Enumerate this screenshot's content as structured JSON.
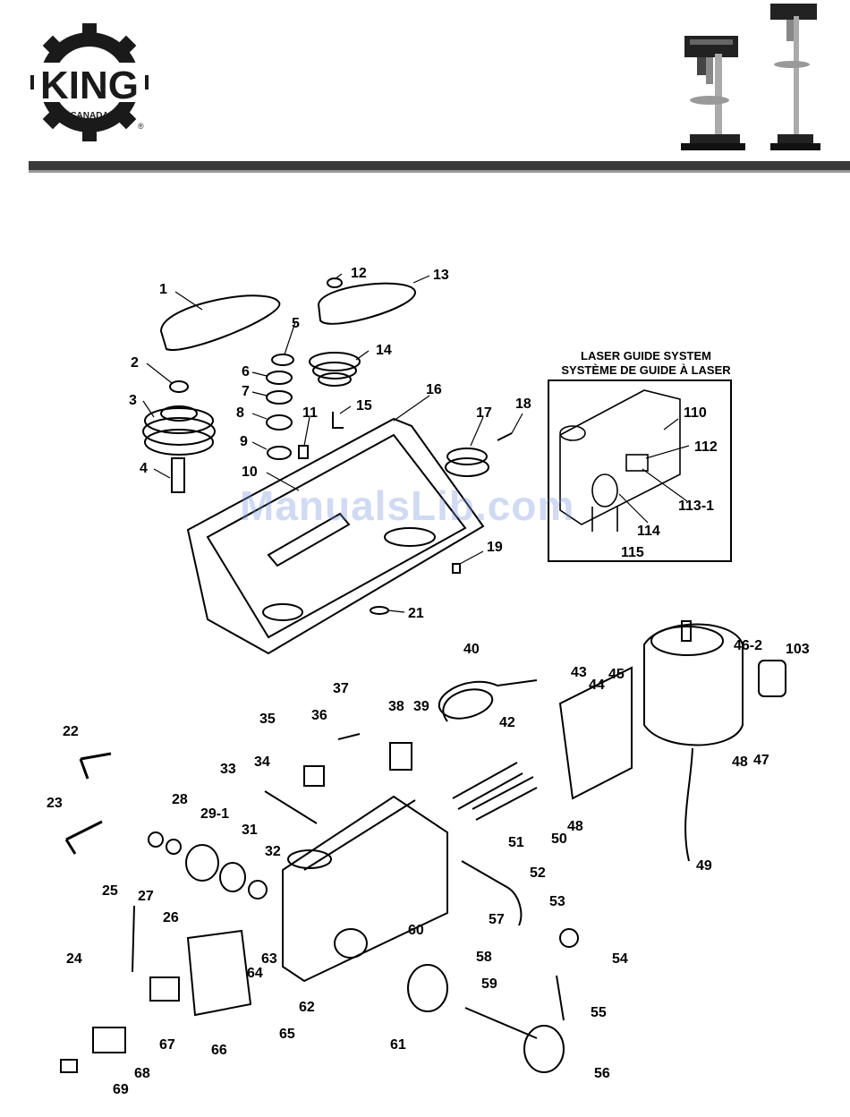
{
  "brand": {
    "name": "KING",
    "sub": "CANADA",
    "registered": "®"
  },
  "watermark": "ManualsLib.com",
  "laser_guide": {
    "title_en": "LASER GUIDE SYSTEM",
    "title_fr": "SYSTÈME DE GUIDE À LASER"
  },
  "parts": [
    "1",
    "2",
    "3",
    "4",
    "5",
    "6",
    "7",
    "8",
    "9",
    "10",
    "11",
    "12",
    "13",
    "14",
    "15",
    "16",
    "17",
    "18",
    "19",
    "21",
    "22",
    "23",
    "24",
    "25",
    "26",
    "27",
    "28",
    "29-1",
    "31",
    "32",
    "33",
    "34",
    "35",
    "36",
    "37",
    "38",
    "39",
    "40",
    "42",
    "43",
    "44",
    "45",
    "46-2",
    "47",
    "48",
    "48",
    "49",
    "50",
    "51",
    "52",
    "53",
    "54",
    "55",
    "56",
    "57",
    "58",
    "59",
    "60",
    "61",
    "62",
    "63",
    "64",
    "65",
    "66",
    "67",
    "68",
    "69",
    "103",
    "110",
    "112",
    "113-1",
    "114",
    "115"
  ]
}
